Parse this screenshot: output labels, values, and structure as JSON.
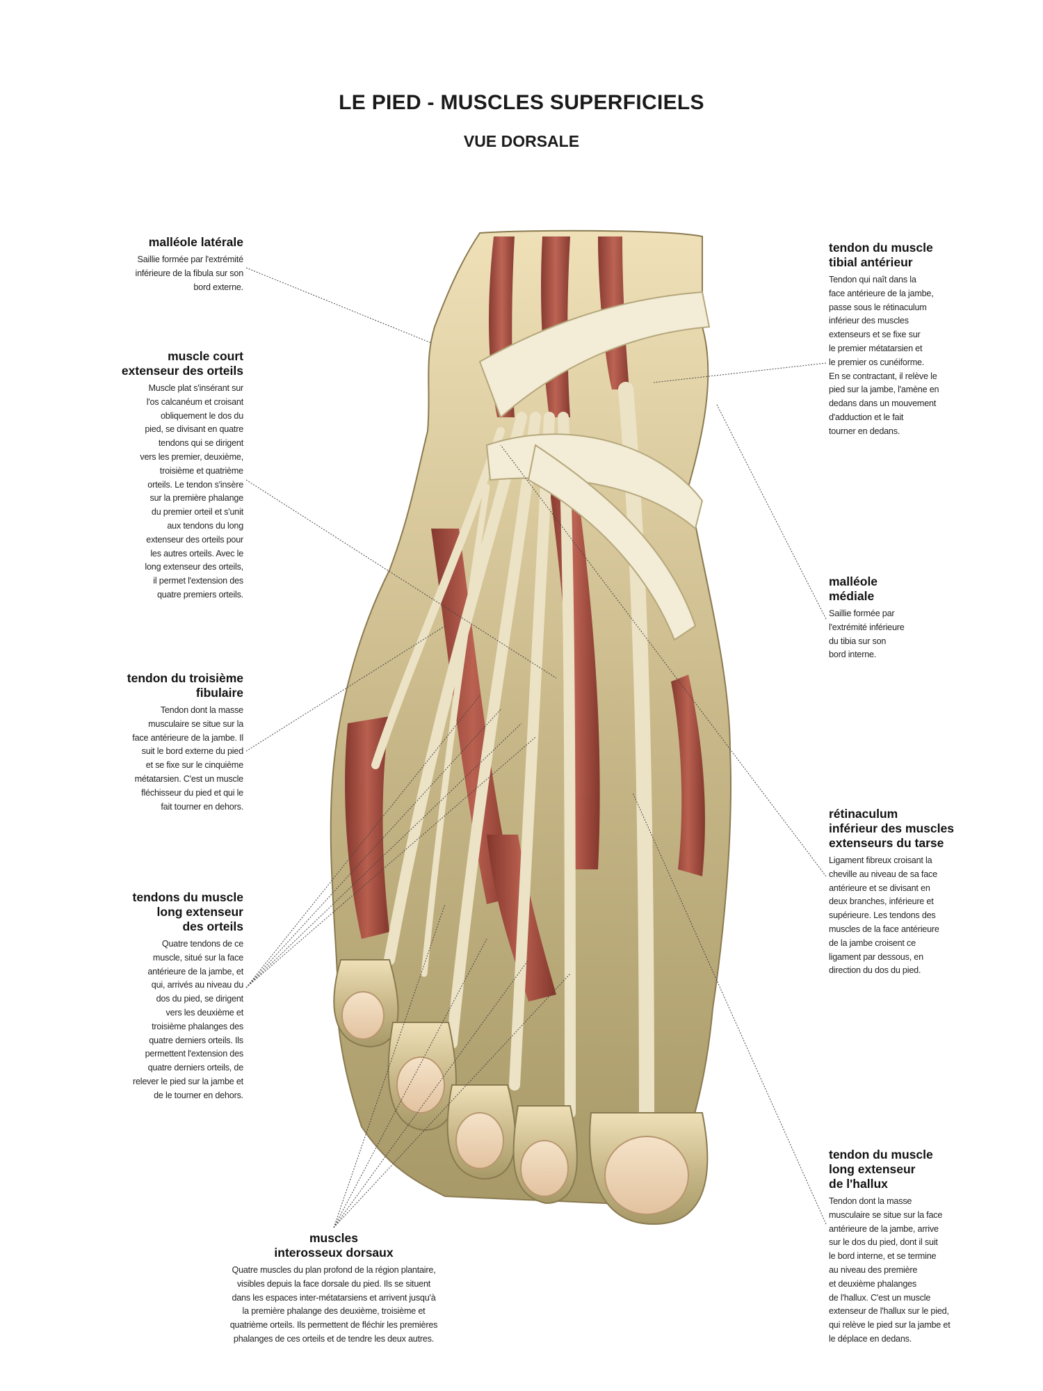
{
  "title": "LE PIED - MUSCLES SUPERFICIELS",
  "subtitle": "VUE DORSALE",
  "labels": {
    "malleole_laterale": {
      "name": "malléole latérale",
      "desc": "Saillie formée par l'extrémité\ninférieure de la fibula sur son\nbord externe."
    },
    "court_extenseur": {
      "name": "muscle court\nextenseur des orteils",
      "desc": "Muscle plat s'insérant sur\nl'os calcanéum et croisant\nobliquement le dos du\npied, se divisant en quatre\ntendons qui se dirigent\nvers les premier, deuxième,\ntroisième et quatrième\norteils. Le tendon s'insère\nsur la première phalange\ndu premier orteil et s'unit\naux tendons du long\nextenseur des orteils pour\nles autres orteils. Avec le\nlong extenseur des orteils,\nil permet l'extension des\nquatre premiers orteils."
    },
    "troisieme_fibulaire": {
      "name": "tendon du troisième\nfibulaire",
      "desc": "Tendon dont la masse\nmusculaire se situe sur la\nface antérieure de la jambe. Il\nsuit le bord externe du pied\net se fixe sur le cinquième\nmétatarsien. C'est un muscle\nfléchisseur du pied et qui le\nfait tourner en dehors."
    },
    "long_extenseur_orteils": {
      "name": "tendons du muscle\nlong extenseur\ndes orteils",
      "desc": "Quatre tendons de ce\nmuscle, situé sur la face\nantérieure de la jambe, et\nqui, arrivés au niveau du\ndos du pied, se dirigent\nvers les deuxième et\ntroisième phalanges des\nquatre derniers orteils. Ils\npermettent l'extension des\nquatre derniers orteils, de\nrelever le pied sur la jambe et\nde le tourner en dehors."
    },
    "interosseux": {
      "name": "muscles\ninterosseux dorsaux",
      "desc": "Quatre muscles du plan profond de la région plantaire,\nvisibles depuis la face dorsale du pied. Ils se situent\ndans les espaces inter-métatarsiens et arrivent jusqu'à\nla première phalange des deuxième, troisième et\nquatrième orteils. Ils permettent de fléchir les premières\nphalanges de ces orteils et de tendre les deux autres."
    },
    "tibial_anterieur": {
      "name": "tendon du muscle\ntibial antérieur",
      "desc": "Tendon qui naît dans la\nface antérieure de la jambe,\npasse sous le rétinaculum\ninférieur des muscles\nextenseurs et se fixe sur\nle premier métatarsien et\nle premier os cunéiforme.\nEn se contractant, il relève le\npied sur la jambe, l'amène en\ndedans dans un mouvement\nd'adduction et le fait\ntourner en dedans."
    },
    "malleole_mediale": {
      "name": "malléole\nmédiale",
      "desc": "Saillie formée par\nl'extrémité inférieure\ndu tibia sur son\nbord interne."
    },
    "retinaculum": {
      "name": "rétinaculum\ninférieur des muscles\nextenseurs du tarse",
      "desc": "Ligament fibreux croisant la\ncheville au niveau de sa face\nantérieure et se divisant en\ndeux branches, inférieure et\nsupérieure. Les tendons des\nmuscles de la face antérieure\nde la jambe croisent ce\nligament par dessous, en\ndirection du dos du pied."
    },
    "long_extenseur_hallux": {
      "name": "tendon du muscle\nlong extenseur\nde l'hallux",
      "desc": "Tendon dont la masse\nmusculaire se situe sur la face\nantérieure de la jambe, arrive\nsur le dos du pied, dont il suit\nle bord interne, et se termine\nau niveau des première\net deuxième phalanges\nde l'hallux. C'est un muscle\nextenseur de l'hallux sur le pied,\nqui relève le pied sur la jambe et\nle déplace en dedans."
    }
  }
}
